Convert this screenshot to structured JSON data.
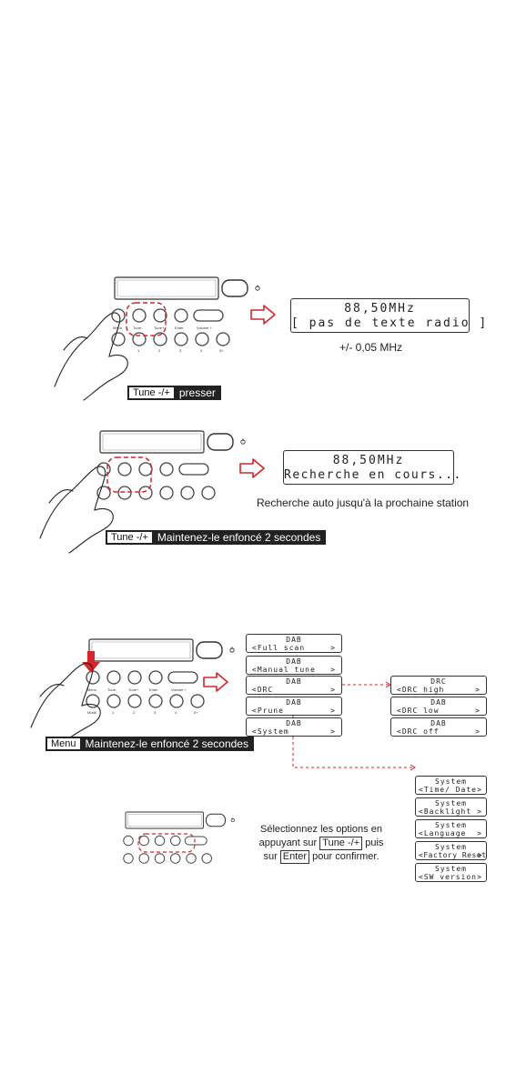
{
  "section1": {
    "display": {
      "line1": "88,50MHz",
      "line2": "[ pas de texte radio ]"
    },
    "step_text": "+/- 0,05 MHz",
    "label": {
      "key": "Tune -/+",
      "action": "presser"
    }
  },
  "section2": {
    "display": {
      "line1": "88,50MHz",
      "line2": "Recherche en cours..."
    },
    "caption": "Recherche auto jusqu'à la prochaine station",
    "label": {
      "key": "Tune -/+",
      "action": "Maintenez-le enfoncé 2 secondes"
    }
  },
  "section3": {
    "label": {
      "key": "Menu",
      "action": "Maintenez-le enfoncé 2 secondes"
    },
    "dab_menu": [
      {
        "title": "DAB",
        "item": "<Full scan"
      },
      {
        "title": "DAB",
        "item": "<Manual tune"
      },
      {
        "title": "DAB",
        "item": "<DRC"
      },
      {
        "title": "DAB",
        "item": "<Prune"
      },
      {
        "title": "DAB",
        "item": "<System"
      }
    ],
    "drc_menu": [
      {
        "title": "DRC",
        "item": "<DRC high"
      },
      {
        "title": "DAB",
        "item": "<DRC low"
      },
      {
        "title": "DAB",
        "item": "<DRC off"
      }
    ],
    "system_menu": [
      {
        "title": "System",
        "item": "<Time/ Date"
      },
      {
        "title": "System",
        "item": "<Backlight"
      },
      {
        "title": "System",
        "item": "<Language"
      },
      {
        "title": "System",
        "item": "<Factory Reset"
      },
      {
        "title": "System",
        "item": "<SW version"
      }
    ],
    "menu_arrow": ">",
    "instruction": {
      "line1": "Sélectionnez les options en",
      "line2a": "appuyant sur",
      "key1": "Tune -/+",
      "line2b": "puis",
      "line3a": "sur",
      "key2": "Enter",
      "line3b": "pour confirmer."
    }
  },
  "device_labels": {
    "row1": [
      "Menu",
      "Tune-",
      "Tune+",
      "Enter",
      "Volume +"
    ],
    "row2": [
      "Mode",
      "1",
      "2",
      "3",
      "4",
      "5+"
    ]
  },
  "colors": {
    "accent": "#d7262b",
    "ink": "#222222"
  }
}
